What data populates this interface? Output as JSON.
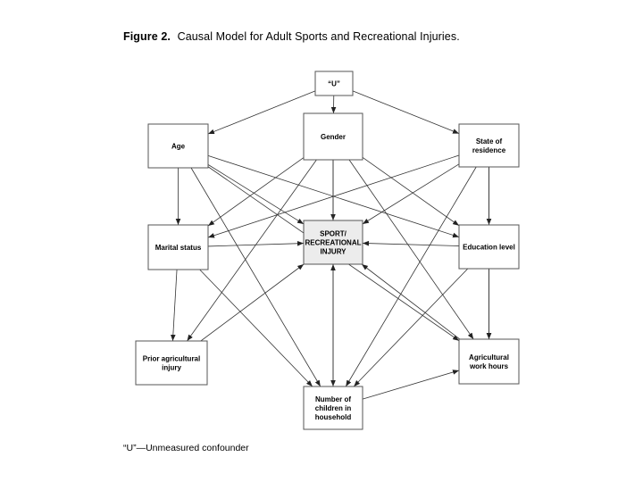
{
  "caption": {
    "figure_label": "Figure 2.",
    "title": "Causal Model for Adult Sports and Recreational Injuries."
  },
  "footnote": "“U”—Unmeasured confounder",
  "nodes": {
    "u": {
      "lines": [
        "“U”"
      ]
    },
    "age": {
      "lines": [
        "Age"
      ]
    },
    "gender": {
      "lines": [
        "Gender"
      ]
    },
    "state": {
      "lines": [
        "State of",
        "residence"
      ]
    },
    "marital": {
      "lines": [
        "Marital status"
      ]
    },
    "injury": {
      "lines": [
        "SPORT/",
        "RECREATIONAL",
        "INJURY"
      ]
    },
    "education": {
      "lines": [
        "Education level"
      ]
    },
    "prior": {
      "lines": [
        "Prior agricultural",
        "injury"
      ]
    },
    "agwork": {
      "lines": [
        "Agricultural",
        "work hours"
      ]
    },
    "children": {
      "lines": [
        "Number of",
        "children in",
        "household"
      ]
    }
  },
  "edges": [
    [
      "u",
      "age"
    ],
    [
      "u",
      "gender"
    ],
    [
      "u",
      "state"
    ],
    [
      "age",
      "marital"
    ],
    [
      "age",
      "injury"
    ],
    [
      "age",
      "education"
    ],
    [
      "age",
      "prior"
    ],
    [
      "age",
      "agwork"
    ],
    [
      "age",
      "children"
    ],
    [
      "gender",
      "marital"
    ],
    [
      "gender",
      "injury"
    ],
    [
      "gender",
      "education"
    ],
    [
      "gender",
      "prior"
    ],
    [
      "gender",
      "agwork"
    ],
    [
      "gender",
      "children"
    ],
    [
      "state",
      "marital"
    ],
    [
      "state",
      "injury"
    ],
    [
      "state",
      "education"
    ],
    [
      "state",
      "prior"
    ],
    [
      "state",
      "agwork"
    ],
    [
      "state",
      "children"
    ],
    [
      "marital",
      "injury"
    ],
    [
      "marital",
      "prior"
    ],
    [
      "marital",
      "agwork"
    ],
    [
      "marital",
      "children"
    ],
    [
      "education",
      "injury"
    ],
    [
      "education",
      "marital"
    ],
    [
      "education",
      "prior"
    ],
    [
      "education",
      "agwork"
    ],
    [
      "education",
      "children"
    ],
    [
      "prior",
      "injury"
    ],
    [
      "prior",
      "agwork"
    ],
    [
      "agwork",
      "injury"
    ],
    [
      "children",
      "injury"
    ],
    [
      "children",
      "agwork"
    ]
  ]
}
